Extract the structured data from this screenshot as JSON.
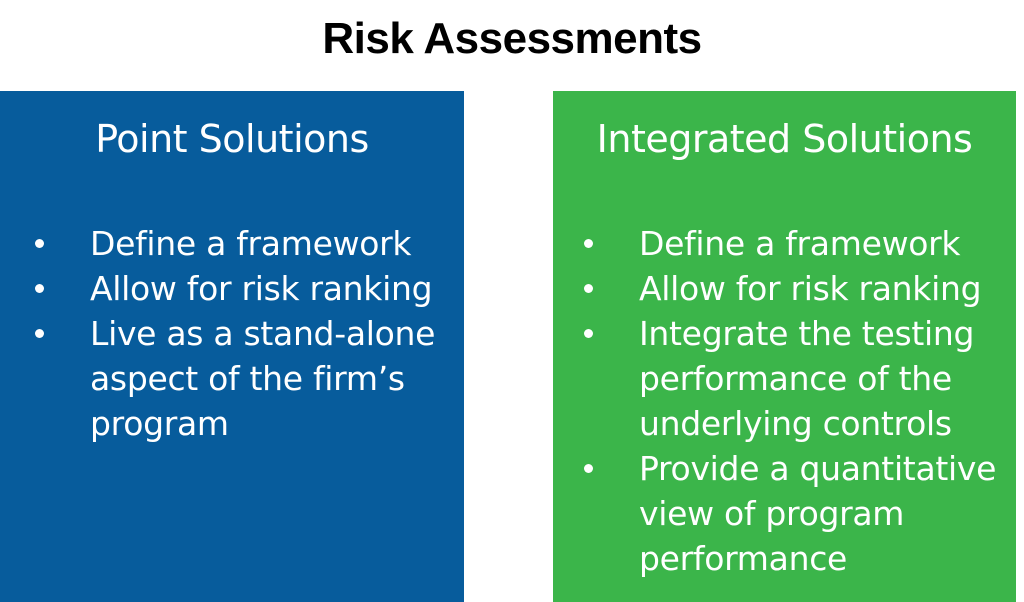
{
  "title": "Risk Assessments",
  "colors": {
    "left_panel": "#075c9c",
    "right_panel": "#3bb54a",
    "text_on_panels": "#ffffff",
    "title_text": "#000000"
  },
  "panels": [
    {
      "heading": "Point Solutions",
      "bullets": [
        "Define a framework",
        "Allow for risk ranking",
        "Live as a stand-alone aspect of the firm’s program"
      ]
    },
    {
      "heading": "Integrated Solutions",
      "bullets": [
        "Define a framework",
        "Allow for risk ranking",
        "Integrate the testing performance of the underlying controls",
        "Provide a quantitative view of program performance"
      ]
    }
  ]
}
